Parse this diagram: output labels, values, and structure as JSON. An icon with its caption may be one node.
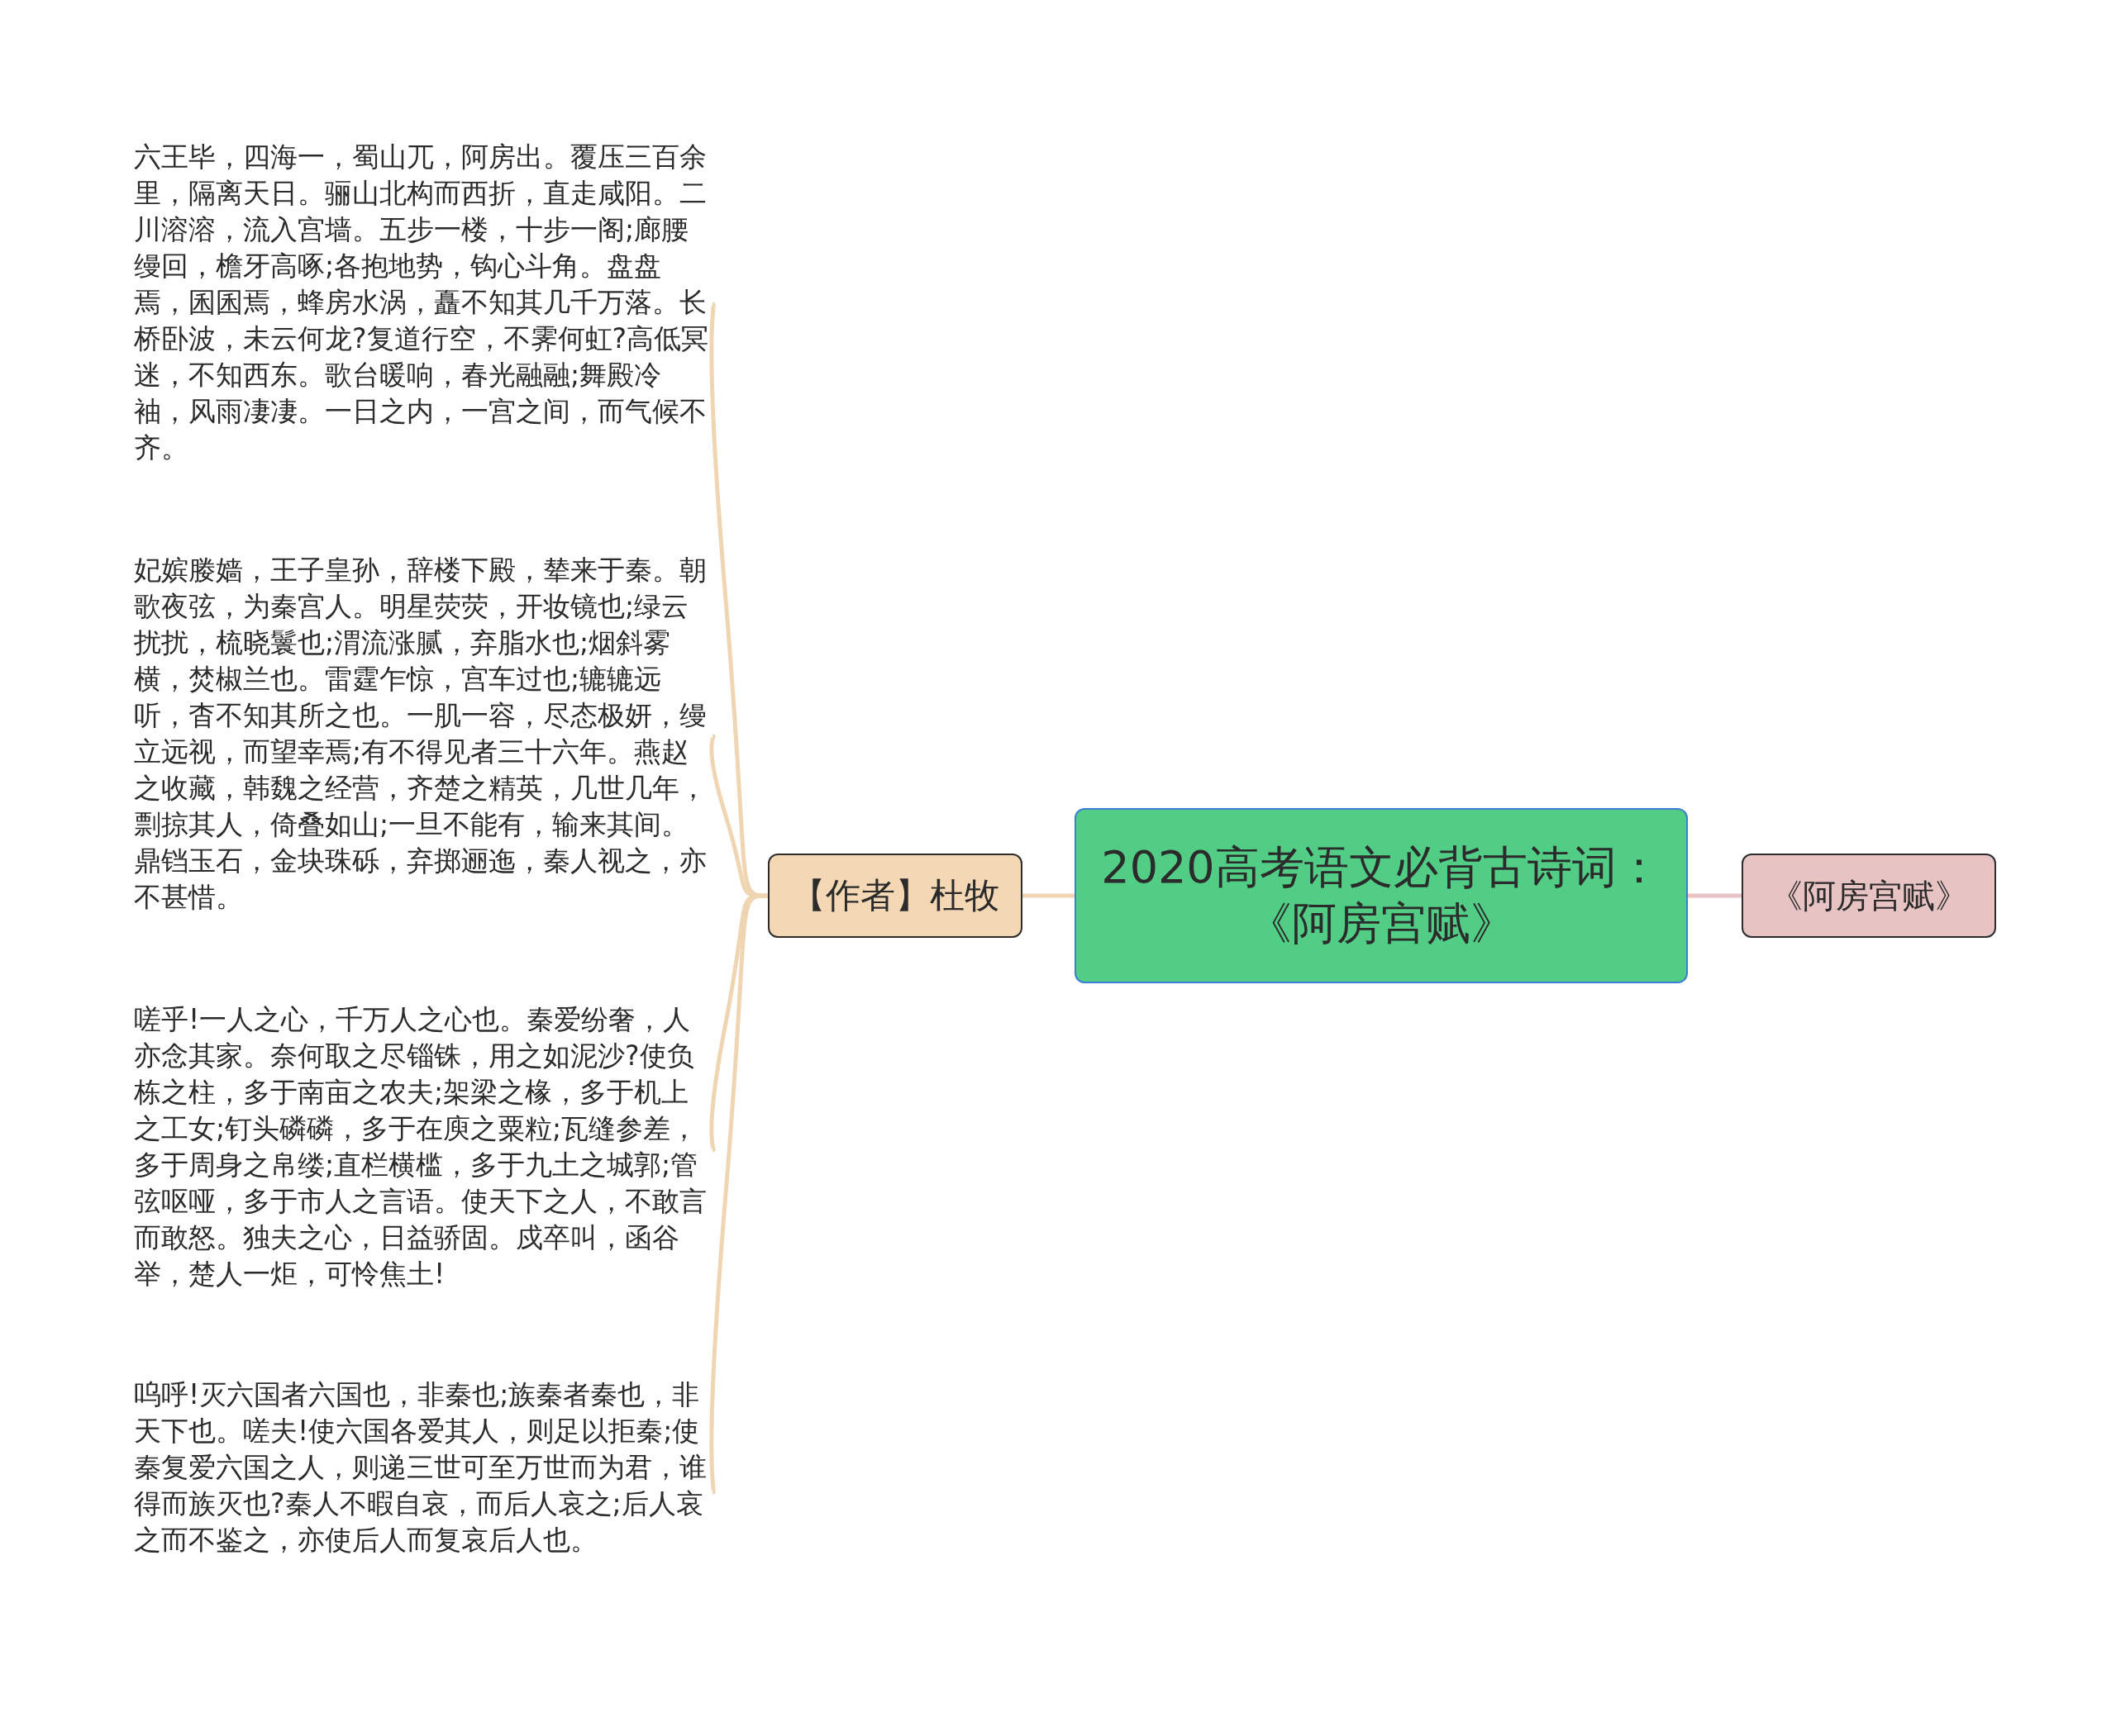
{
  "diagram": {
    "nodes": [
      {
        "text": [
          "2020高考语文必背古诗词：《阿房宫赋》"
        ]
      },
      {
        "text": [
          "【作者】杜牧"
        ]
      },
      {
        "text": [
          "《阿房宫赋》"
        ]
      },
      {
        "text": [
          "六王毕，四海一，蜀山兀，阿房出。覆压三百余里，隔离天日。骊山北构而西折，直走咸阳。二川溶溶，流入宫墙。五步一楼，十步一阁;廊腰缦回，檐牙高啄;各抱地势，钩心斗角。盘盘焉，囷囷焉，蜂房水涡，矗不知其几千万落。长桥卧波，未云何龙?复道行空，不霁何虹?高低冥迷，不知西东。歌台暖响，春光融融;舞殿冷袖，风雨凄凄。一日之内，一宫之间，而气候不齐。"
        ]
      },
      {
        "text": [
          "妃嫔媵嫱，王子皇孙，辞楼下殿，辇来于秦。朝歌夜弦，为秦宫人。明星荧荧，开妆镜也;绿云扰扰，梳晓鬟也;渭流涨腻，弃脂水也;烟斜雾横，焚椒兰也。雷霆乍惊，宫车过也;辘辘远听，杳不知其所之也。一肌一容，尽态极妍，缦立远视，而望幸焉;有不得见者三十六年。燕赵之收藏，韩魏之经营，齐楚之精英，几世几年，剽掠其人，倚叠如山;一旦不能有，输来其间。鼎铛玉石，金块珠砾，弃掷逦迤，秦人视之，亦不甚惜。"
        ]
      },
      {
        "text": [
          "嗟乎!一人之心，千万人之心也。秦爱纷奢，人亦念其家。奈何取之尽锱铢，用之如泥沙?使负栋之柱，多于南亩之农夫;架梁之椽，多于机上之工女;钉头磷磷，多于在庾之粟粒;瓦缝参差，多于周身之帛缕;直栏横槛，多于九土之城郭;管弦呕哑，多于市人之言语。使天下之人，不敢言而敢怒。独夫之心，日益骄固。戍卒叫，函谷举，楚人一炬，可怜焦土!"
        ]
      },
      {
        "text": [
          "呜呼!灭六国者六国也，非秦也;族秦者秦也，非天下也。嗟夫!使六国各爱其人，则足以拒秦;使秦复爱六国之人，则递三世可至万世而为君，谁得而族灭也?秦人不暇自哀，而后人哀之;后人哀之而不鉴之，亦使后人而复哀后人也。"
        ]
      }
    ],
    "edges": [
      {
        "from": 0,
        "to": 1,
        "arrow": "none"
      },
      {
        "from": 0,
        "to": 2,
        "arrow": "none",
        "color": "#e8c3c5"
      },
      {
        "from": 1,
        "to": 3,
        "arrow": "none"
      },
      {
        "from": 1,
        "to": 4,
        "arrow": "none"
      },
      {
        "from": 1,
        "to": 5,
        "arrow": "none"
      },
      {
        "from": 1,
        "to": 6,
        "arrow": "none"
      }
    ]
  }
}
